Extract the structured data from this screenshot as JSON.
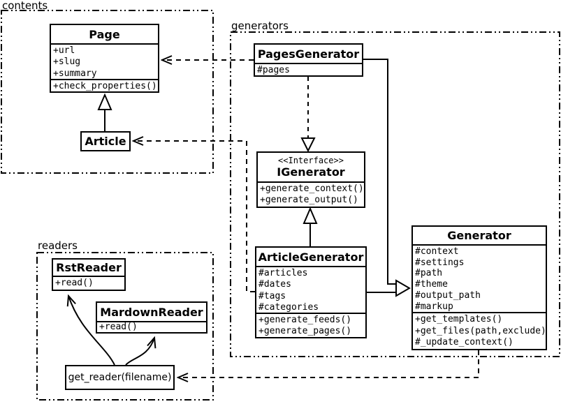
{
  "diagram_type": "uml-class-diagram",
  "colors": {
    "line": "#000000",
    "background": "#ffffff"
  },
  "packages": {
    "contents": {
      "label": "contents"
    },
    "generators": {
      "label": "generators"
    },
    "readers": {
      "label": "readers"
    }
  },
  "classes": {
    "page": {
      "name": "Page",
      "attributes": [
        "+url",
        "+slug",
        "+summary"
      ],
      "methods": [
        "+check_properties()"
      ]
    },
    "article": {
      "name": "Article"
    },
    "pages_generator": {
      "name": "PagesGenerator",
      "attributes": [
        "#pages"
      ]
    },
    "igenerator": {
      "stereotype": "<<Interface>>",
      "name": "IGenerator",
      "methods": [
        "+generate_context()",
        "+generate_output()"
      ]
    },
    "article_generator": {
      "name": "ArticleGenerator",
      "attributes": [
        "#articles",
        "#dates",
        "#tags",
        "#categories"
      ],
      "methods": [
        "+generate_feeds()",
        "+generate_pages()"
      ]
    },
    "generator": {
      "name": "Generator",
      "attributes": [
        "#context",
        "#settings",
        "#path",
        "#theme",
        "#output_path",
        "#markup"
      ],
      "methods": [
        "+get_templates()",
        "+get_files(path,exclude)",
        "#_update_context()"
      ]
    },
    "rst_reader": {
      "name": "RstReader",
      "methods": [
        "+read()"
      ]
    },
    "mardown_reader": {
      "name": "MardownReader",
      "methods": [
        "+read()"
      ]
    },
    "get_reader": {
      "label": "get_reader(filename)"
    }
  }
}
